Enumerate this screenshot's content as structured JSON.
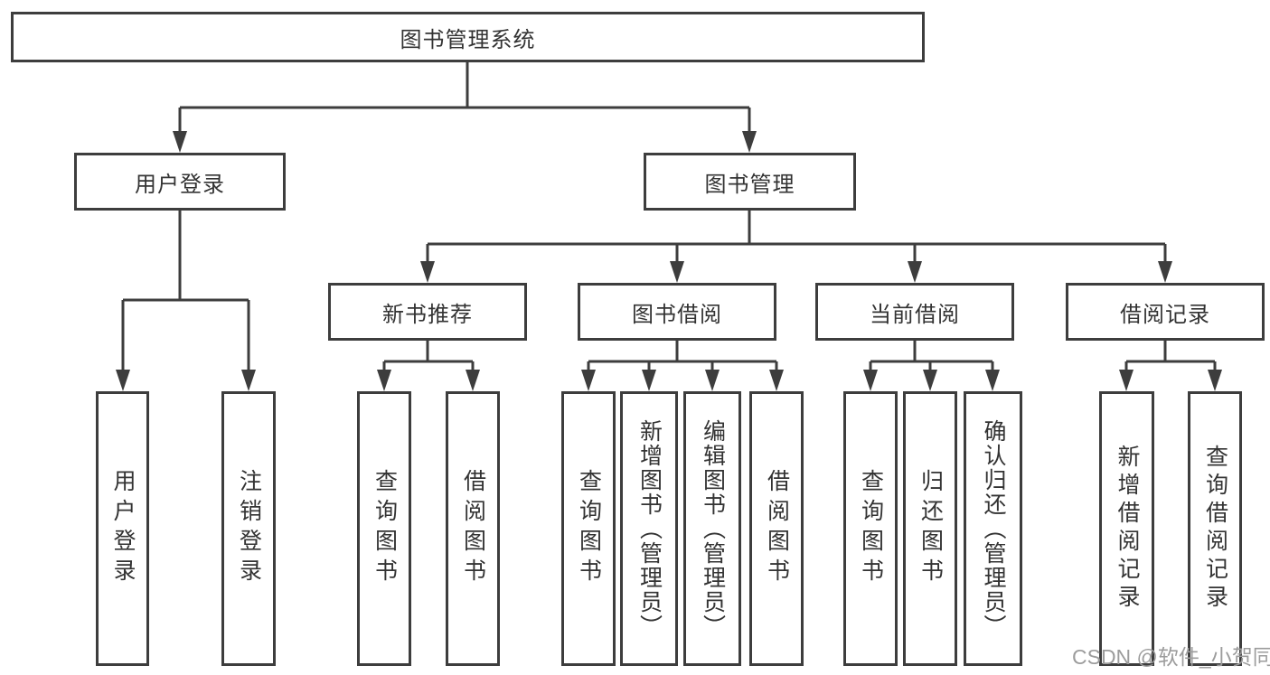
{
  "diagram": {
    "root": {
      "label": "图书管理系统"
    },
    "branches": [
      {
        "label": "用户登录",
        "children": [
          {
            "label": "用户登录"
          },
          {
            "label": "注销登录"
          }
        ]
      },
      {
        "label": "图书管理",
        "children": [
          {
            "label": "新书推荐",
            "children": [
              {
                "label": "查询图书"
              },
              {
                "label": "借阅图书"
              }
            ]
          },
          {
            "label": "图书借阅",
            "children": [
              {
                "label": "查询图书"
              },
              {
                "label": "新增图书（管理员）"
              },
              {
                "label": "编辑图书（管理员）"
              },
              {
                "label": "借阅图书"
              }
            ]
          },
          {
            "label": "当前借阅",
            "children": [
              {
                "label": "查询图书"
              },
              {
                "label": "归还图书"
              },
              {
                "label": "确认归还（管理员）"
              }
            ]
          },
          {
            "label": "借阅记录",
            "children": [
              {
                "label": "新增借阅记录"
              },
              {
                "label": "查询借阅记录"
              }
            ]
          }
        ]
      }
    ]
  },
  "watermark": {
    "text": "CSDN @软件_小贺同学"
  },
  "colors": {
    "line": "#3d3d3d",
    "text": "#333333",
    "watermark": "#9c9c9c",
    "background": "#ffffff"
  }
}
